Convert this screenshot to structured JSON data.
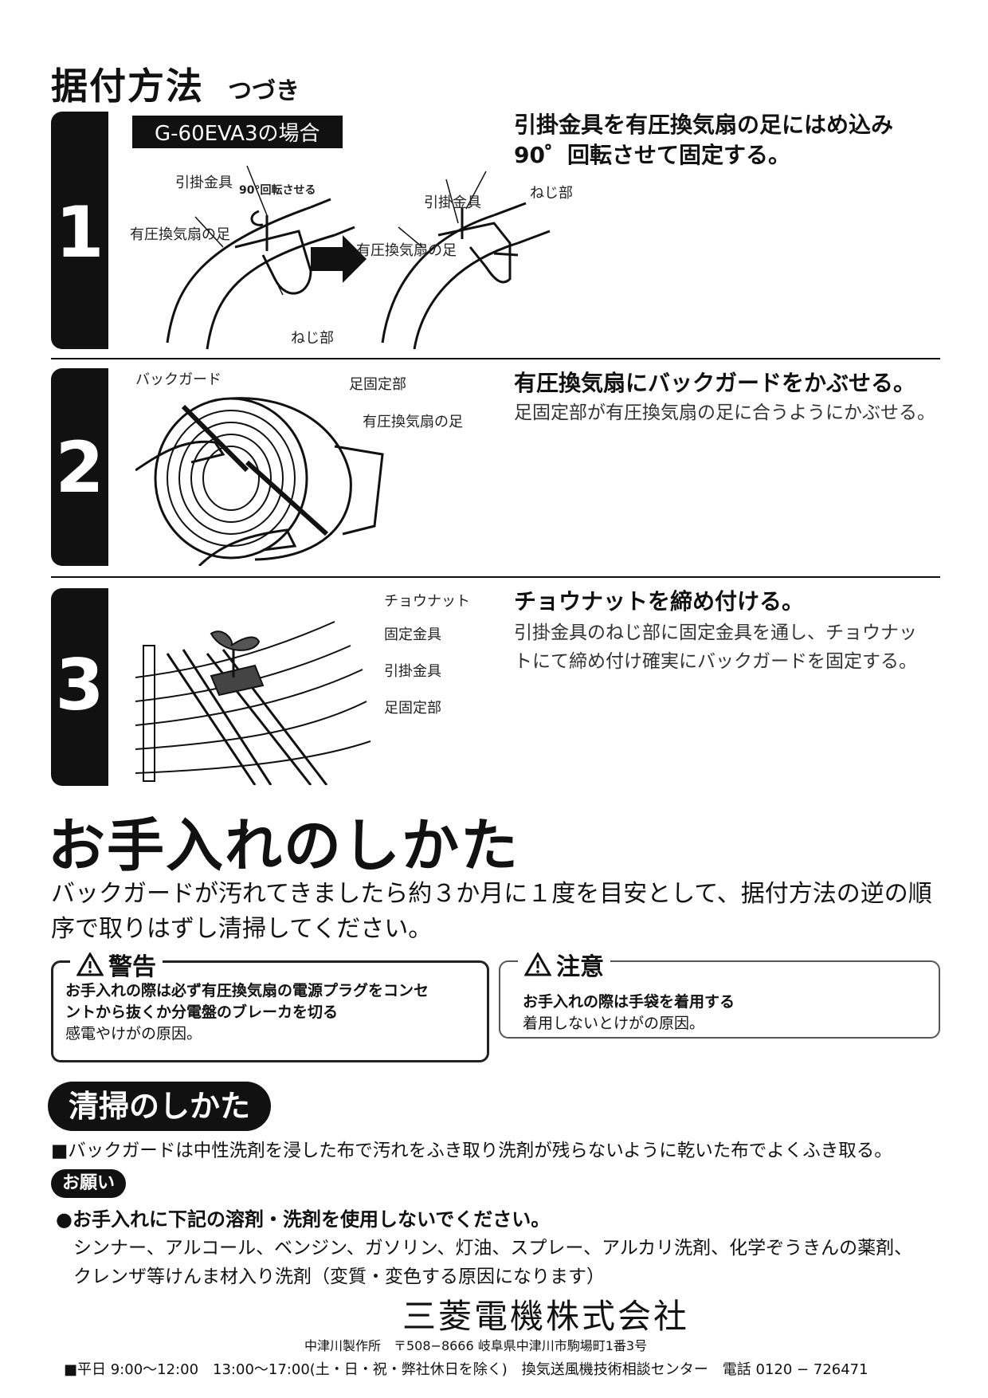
{
  "install": {
    "title": "据付方法",
    "title_suffix": "つづき"
  },
  "step1": {
    "number": "1",
    "model_label": "G-60EVA3の場合",
    "title_line1": "引掛金具を有圧換気扇の足にはめ込み",
    "title_line2": "90゜回転させて固定する。",
    "labels": {
      "hook_left": "引掛金具",
      "rotate": "90°回転させる",
      "leg_left": "有圧換気扇の足",
      "screw_left": "ねじ部",
      "hook_right": "引掛金具",
      "screw_right": "ねじ部",
      "leg_right": "有圧換気扇の足"
    }
  },
  "step2": {
    "number": "2",
    "title": "有圧換気扇にバックガードをかぶせる。",
    "desc": "足固定部が有圧換気扇の足に合うようにかぶせる。",
    "labels": {
      "backguard": "バックガード",
      "foot_fix": "足固定部",
      "leg": "有圧換気扇の足"
    }
  },
  "step3": {
    "number": "3",
    "title": "チョウナットを締め付ける。",
    "desc_line1": "引掛金具のねじ部に固定金具を通し、チョウナッ",
    "desc_line2": "トにて締め付け確実にバックガードを固定する。",
    "labels": {
      "wingnut": "チョウナット",
      "fix_bracket": "固定金具",
      "hook": "引掛金具",
      "foot_fix": "足固定部"
    }
  },
  "care": {
    "title": "お手入れのしかた",
    "lead_line1": "バックガードが汚れてきましたら約３か月に１度を目安として、据付方法の逆の順",
    "lead_line2": "序で取りはずし清掃してください。"
  },
  "warning": {
    "label": "警告",
    "bold_line1": "お手入れの際は必ず有圧換気扇の電源プラグをコンセ",
    "bold_line2": "ントから抜くか分電盤のブレーカを切る",
    "normal": "感電やけがの原因。"
  },
  "caution": {
    "label": "注意",
    "bold": "お手入れの際は手袋を着用する",
    "normal": "着用しないとけがの原因。"
  },
  "cleaning": {
    "title": "清掃のしかた",
    "text": "■バックガードは中性洗剤を浸した布で汚れをふき取り洗剤が残らないように乾いた布でよくふき取る。"
  },
  "request": {
    "label": "お願い",
    "bold": "●お手入れに下記の溶剤・洗剤を使用しないでください。",
    "line2": "シンナー、アルコール、ベンジン、ガソリン、灯油、スプレー、アルカリ洗剤、化学ぞうきんの薬剤、",
    "line3": "クレンザ等けんま材入り洗剤（変質・変色する原因になります）"
  },
  "footer": {
    "company": "三菱電機株式会社",
    "address": "中津川製作所　〒508−8666 岐阜県中津川市駒場町1番3号",
    "hours": "■平日 9:00〜12:00　13:00〜17:00(土・日・祝・弊社休日を除く)　換気送風機技術相談センター　電話 0120 − 726471"
  },
  "colors": {
    "ink": "#111111",
    "accent": "#111111"
  },
  "icons": [
    "warning-triangle-icon",
    "arrow-right-icon"
  ]
}
